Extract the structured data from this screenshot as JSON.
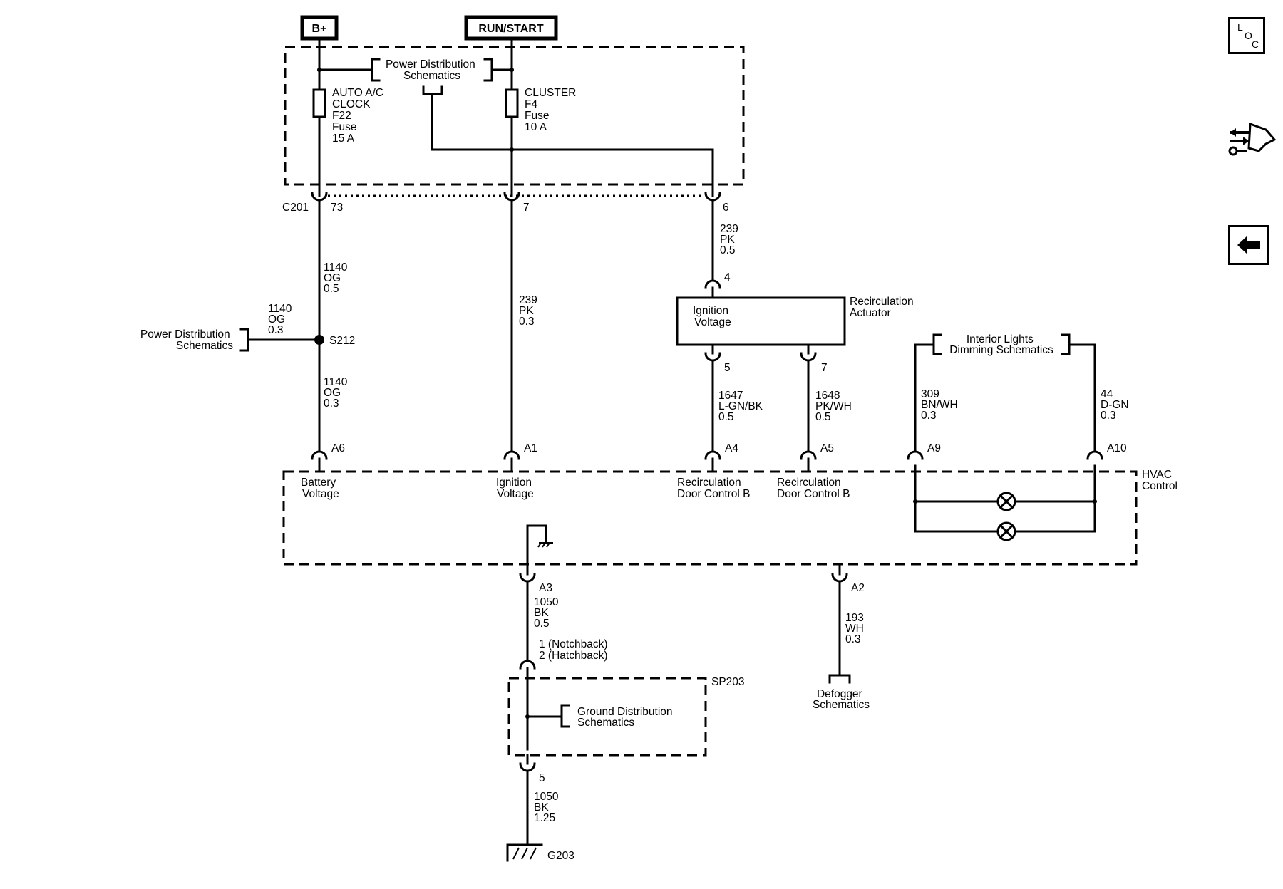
{
  "toolbar": {
    "items": [
      {
        "name": "location-button",
        "icon": "loc-icon",
        "letters": [
          "L",
          "O",
          "C"
        ]
      },
      {
        "name": "cross-reference-button",
        "icon": "connector-arrows-icon"
      },
      {
        "name": "back-button",
        "icon": "left-arrow-icon"
      }
    ]
  },
  "diagram": {
    "headers": {
      "b_plus": "B+",
      "run_start": "RUN/START"
    },
    "fuse_box": {
      "pd_schematics": [
        "Power Distribution",
        "Schematics"
      ],
      "fuse_f22": [
        "AUTO A/C",
        "CLOCK",
        "F22",
        "Fuse",
        "15 A"
      ],
      "fuse_f4": [
        "CLUSTER",
        "F4",
        "Fuse",
        "10 A"
      ]
    },
    "connector_c201": {
      "name": "C201",
      "pins": [
        "73",
        "7",
        "6"
      ]
    },
    "wires": {
      "w1140_upper": [
        "1140",
        "OG",
        "0.5"
      ],
      "w1140_branch": [
        "1140",
        "OG",
        "0.3"
      ],
      "w1140_lower": [
        "1140",
        "OG",
        "0.3"
      ],
      "w239_mid": [
        "239",
        "PK",
        "0.3"
      ],
      "w239_right": [
        "239",
        "PK",
        "0.5"
      ],
      "w1647": [
        "1647",
        "L-GN/BK",
        "0.5"
      ],
      "w1648": [
        "1648",
        "PK/WH",
        "0.5"
      ],
      "w309": [
        "309",
        "BN/WH",
        "0.3"
      ],
      "w44": [
        "44",
        "D-GN",
        "0.3"
      ],
      "w1050_upper": [
        "1050",
        "BK",
        "0.5"
      ],
      "w193": [
        "193",
        "WH",
        "0.3"
      ],
      "w1050_lower": [
        "1050",
        "BK",
        "1.25"
      ]
    },
    "splice_s212": "S212",
    "pd_left": [
      "Power Distribution",
      "Schematics"
    ],
    "actuator": {
      "title": [
        "Recirculation",
        "Actuator"
      ],
      "inside": [
        "Ignition",
        "Voltage"
      ],
      "pin_top": "4",
      "pin_5": "5",
      "pin_7": "7"
    },
    "interior_lights": [
      "Interior Lights",
      "Dimming Schematics"
    ],
    "hvac": {
      "title": [
        "HVAC",
        "Control"
      ],
      "pins": {
        "a6": "A6",
        "a1": "A1",
        "a4": "A4",
        "a5": "A5",
        "a9": "A9",
        "a10": "A10",
        "a3": "A3",
        "a2": "A2"
      },
      "labels": {
        "battery": [
          "Battery",
          "Voltage"
        ],
        "ignition": [
          "Ignition",
          "Voltage"
        ],
        "recirc_b1": [
          "Recirculation",
          "Door Control B"
        ],
        "recirc_b2": [
          "Recirculation",
          "Door Control B"
        ]
      }
    },
    "notch_hatch": [
      "1 (Notchback)",
      "2 (Hatchback)"
    ],
    "sp203": "SP203",
    "ground_dist": [
      "Ground Distribution",
      "Schematics"
    ],
    "defogger": [
      "Defogger",
      "Schematics"
    ],
    "pin_5_lower": "5",
    "g203": "G203"
  }
}
